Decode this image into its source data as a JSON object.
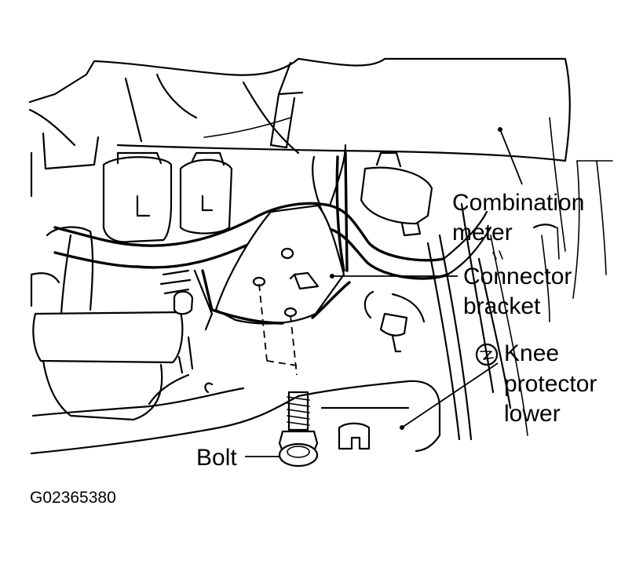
{
  "figure": {
    "labels": {
      "combination_meter": [
        "Combination",
        "meter"
      ],
      "connector_bracket": [
        "Connector",
        "bracket"
      ],
      "knee_protector_lower": [
        "Knee",
        "protector",
        "lower"
      ],
      "bolt": "Bolt"
    },
    "figure_id": "G02365380"
  }
}
